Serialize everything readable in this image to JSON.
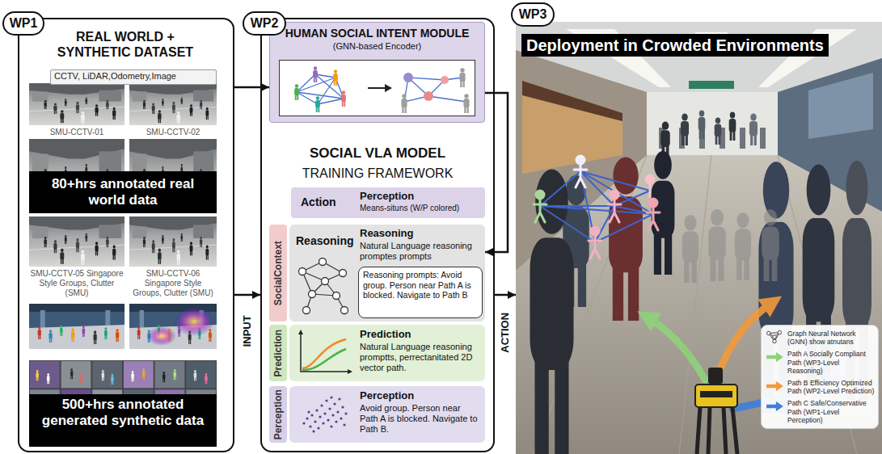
{
  "diagram": {
    "nodes": [
      {
        "text": [
          "WP1"
        ]
      },
      {
        "text": [
          "REAL WORLD + SYNTHETIC DATASET"
        ]
      },
      {
        "text": [
          "CCTV, LiDAR,Odometry,Image"
        ],
        "in": 1
      },
      {
        "text": [
          "80+hrs annotated real world data"
        ],
        "in": 1
      },
      {
        "text": [
          "500+hrs annotated generated synthetic data"
        ],
        "in": 1
      },
      {
        "text": [
          "WP2"
        ]
      },
      {
        "text": [
          "SOCIAL VLA MODEL",
          "TRAINING FRAMEWORK"
        ]
      },
      {
        "text": [
          "HUMAN SOCIAL INTENT MODULE",
          "(GNN-based Encoder)"
        ],
        "in": 6
      },
      {
        "text": [
          "Action",
          "Perception",
          "Means-situns (W/P colored)"
        ],
        "in": 6
      },
      {
        "text": [
          "SocialContext"
        ],
        "in": 6
      },
      {
        "text": [
          "Reasoning",
          "Reasoning",
          "Natural Language reasoning promptes prompts"
        ],
        "in": 6
      },
      {
        "text": [
          "Reasoning prompts: Avoid group. Person near Path A is blocked. Navigate to Path B"
        ],
        "in": 10
      },
      {
        "text": [
          "Prediction"
        ],
        "in": 6
      },
      {
        "text": [
          "Prediction",
          "Natural Language reasoning promptts, perrectanitated 2D vector path."
        ],
        "in": 6
      },
      {
        "text": [
          "Perception"
        ],
        "in": 6
      },
      {
        "text": [
          "Perception",
          "Avoid group. Person near Path A is blocked. Navigate to Path B."
        ],
        "in": 6
      },
      {
        "text": [
          "WP3"
        ]
      },
      {
        "text": [
          "Deployment in Crowded Environments"
        ]
      }
    ],
    "edges": [
      {
        "from": 1,
        "to": 7,
        "arrow": "to"
      },
      {
        "from": 1,
        "to": 6,
        "arrow": "to",
        "label": "INPUT"
      },
      {
        "from": 7,
        "to": 10,
        "arrow": "to"
      },
      {
        "from": 6,
        "to": 17,
        "arrow": "to",
        "label": "ACTION"
      }
    ],
    "labels": [
      "SMU-CCTV-01",
      "SMU-CCTV-02",
      "SMU-CCTV-05 Singapore Style Groups, Clutter (SMU)",
      "SMU-CCTV-06 Singapore Style Groups, Clutter (SMU)"
    ],
    "legend": [
      {
        "text": "Graph Neural Network (GNN) show atnutans"
      },
      {
        "text": "Path A Socially Compliant Path (WP3-Level Reasoning)"
      },
      {
        "text": "Path B Efficiency Optimized Path (WP2-Level Prediction)"
      },
      {
        "text": "Path C Safe/Conservative Path (WP1-Level Perception)"
      }
    ]
  }
}
